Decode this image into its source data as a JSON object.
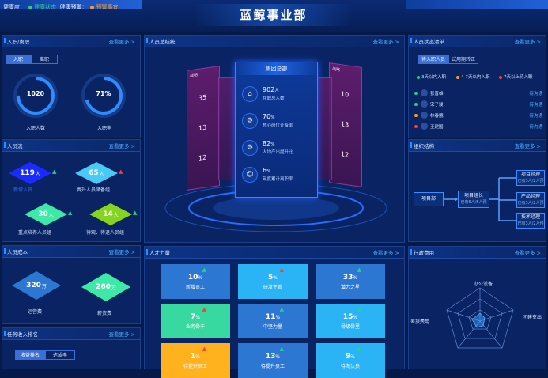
{
  "header": {
    "title": "蓝鲸事业部",
    "health_label": "健康度：",
    "health_status": "健康状态",
    "health_warning_label": "健康预警：",
    "health_warning": "预警事宜"
  },
  "colors": {
    "background": "#061a4a",
    "panel": "#0a2463",
    "accent": "#2f8cff",
    "green": "#22d38a",
    "orange": "#ff9d22",
    "red": "#ff3b3b"
  },
  "entry": {
    "title": "入职/离职",
    "more": "查看更多 >",
    "tabs": [
      "入职",
      "离职"
    ],
    "rings": [
      {
        "value": "1020",
        "label": "入职人数",
        "progress": 0.75
      },
      {
        "value": "71%",
        "label": "入职率",
        "progress": 0.71
      }
    ]
  },
  "talent_flow": {
    "title": "人员流",
    "more": "查看更多 >",
    "items": [
      {
        "value": "119",
        "unit": "人",
        "label": "新增人员",
        "arrow": "▲"
      },
      {
        "value": "65",
        "unit": "人",
        "label": "晋升人员储备组",
        "arrow": "▲"
      },
      {
        "value": "30",
        "unit": "人",
        "label": "重点培养人员组",
        "arrow": "▲"
      },
      {
        "value": "14",
        "unit": "人",
        "label": "待观、待退人员组",
        "arrow": "▲"
      }
    ]
  },
  "cost": {
    "title": "人员成本",
    "more": "查看更多 >",
    "items": [
      {
        "value": "320",
        "unit": "万",
        "label": "运营费"
      },
      {
        "value": "260",
        "unit": "万",
        "label": "薪资费"
      }
    ]
  },
  "rank": {
    "title": "任务收入排名",
    "more": "查看更多 >",
    "tabs": [
      "收益排名",
      "达成率"
    ]
  },
  "overview": {
    "title": "人员总结统",
    "more": "查看更多 >",
    "card_title": "集团总部",
    "rows": [
      {
        "value": "902",
        "unit": "人",
        "label": "在职总人数",
        "icon": "home-icon",
        "glyph": "⌂"
      },
      {
        "value": "70",
        "unit": "%",
        "label": "核心岗位齐备率",
        "icon": "gear-icon",
        "glyph": "⚙"
      },
      {
        "value": "82",
        "unit": "%",
        "label": "人均产出提升比",
        "icon": "gears-icon",
        "glyph": "⚙"
      },
      {
        "value": "6",
        "unit": "%",
        "label": "年度累计离职率",
        "icon": "user-icon",
        "glyph": "☺"
      }
    ],
    "side_cards": {
      "left": {
        "title": "战略",
        "rows": [
          "35",
          "13",
          "12"
        ]
      },
      "right": {
        "title": "战略",
        "rows": [
          "10",
          "13",
          "12"
        ]
      }
    }
  },
  "talent_state": {
    "title": "人员状态清单",
    "more": "查看更多 >",
    "tabs": [
      "待入职人员",
      "试用期转正"
    ],
    "legend": [
      {
        "label": "3天以内入职",
        "color": "#22d38a"
      },
      {
        "label": "4-7天以内入职",
        "color": "#ff9d22"
      },
      {
        "label": "7天以上待入职",
        "color": "#ff3b3b"
      }
    ],
    "people": [
      {
        "name": "张晋雄",
        "status": "待沟通",
        "color": "#22d38a"
      },
      {
        "name": "宋子骏",
        "status": "待沟通",
        "color": "#22d38a"
      },
      {
        "name": "林春娥",
        "status": "待沟通",
        "color": "#ff9d22"
      },
      {
        "name": "王建国",
        "status": "待沟通",
        "color": "#ff3b3b"
      }
    ]
  },
  "org": {
    "title": "组织结构",
    "more": "查看更多 >",
    "root": "项目部",
    "mid": {
      "name": "项目组长",
      "sub": "已有6人/5人预"
    },
    "leaves": [
      {
        "name": "项目经理",
        "sub": "已有3人/2人预"
      },
      {
        "name": "产品经理",
        "sub": "已有3人/2人预"
      },
      {
        "name": "技术经理",
        "sub": "已有3人/2人预"
      }
    ]
  },
  "quality": {
    "title": "人才力量",
    "more": "查看更多 >",
    "tiles": [
      {
        "value": "10",
        "unit": "%",
        "label": "新增员工",
        "color": "#2b77d2",
        "mark": "▲",
        "markColor": "#22d38a"
      },
      {
        "value": "5",
        "unit": "%",
        "label": "研发主管",
        "color": "#2ab3f5",
        "mark": "▲",
        "markColor": "#ff3b3b"
      },
      {
        "value": "33",
        "unit": "%",
        "label": "潜力之星",
        "color": "#2b77d2",
        "mark": "▲",
        "markColor": "#22d38a"
      },
      {
        "value": "7",
        "unit": "%",
        "label": "业务骨干",
        "color": "#37d9a1",
        "mark": "▲",
        "markColor": "#ff3b3b"
      },
      {
        "value": "11",
        "unit": "%",
        "label": "中坚力量",
        "color": "#2b77d2",
        "mark": "▲",
        "markColor": "#22d38a"
      },
      {
        "value": "15",
        "unit": "%",
        "label": "骨级骨里",
        "color": "#2ab3f5",
        "mark": "▲",
        "markColor": "#22d38a"
      },
      {
        "value": "1",
        "unit": "%",
        "label": "待提升员工",
        "color": "#ffb21e",
        "mark": "▲",
        "markColor": "#ff3b3b"
      },
      {
        "value": "13",
        "unit": "%",
        "label": "待提升员工",
        "color": "#2b77d2",
        "mark": "▲",
        "markColor": "#22d38a"
      },
      {
        "value": "9",
        "unit": "%",
        "label": "待淘汰员",
        "color": "#2ab3f5",
        "mark": "▲",
        "markColor": "#22d38a"
      }
    ]
  },
  "admin": {
    "title": "行政费用",
    "more": "查看更多 >",
    "axes": [
      "办公设备",
      "团建支出",
      "",
      "",
      "",
      "差旅费用"
    ]
  }
}
